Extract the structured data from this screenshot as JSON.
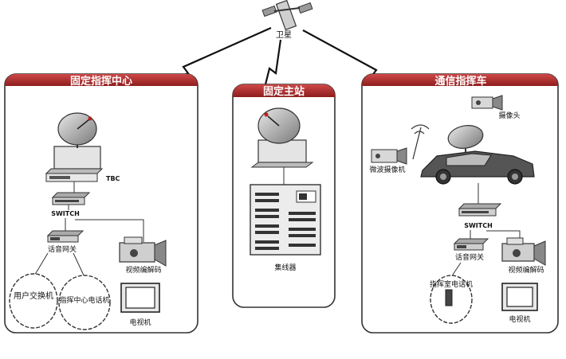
{
  "satellite": {
    "label": "卫星"
  },
  "panels": {
    "left": {
      "title": "固定指挥中心",
      "tbc": "TBC",
      "switch": "SWITCH",
      "gateway": "话音网关",
      "user_exchange": "用户交换机",
      "center_phone": "指挥中心电话机",
      "video_encoder": "视频编解码",
      "tv": "电视机"
    },
    "middle": {
      "title": "固定主站",
      "concentrator": "集线器"
    },
    "right": {
      "title": "通信指挥车",
      "camera": "摄像头",
      "microwave_camera": "微波摄像机",
      "switch": "SWITCH",
      "gateway": "话音网关",
      "command_phone": "指挥室电话机",
      "video_encoder": "视频编解码",
      "tv": "电视机"
    }
  },
  "colors": {
    "title_bar": "#b42a2a",
    "panel_border": "#333333",
    "device_dark": "#555555",
    "device_light": "#d9d9d9"
  }
}
